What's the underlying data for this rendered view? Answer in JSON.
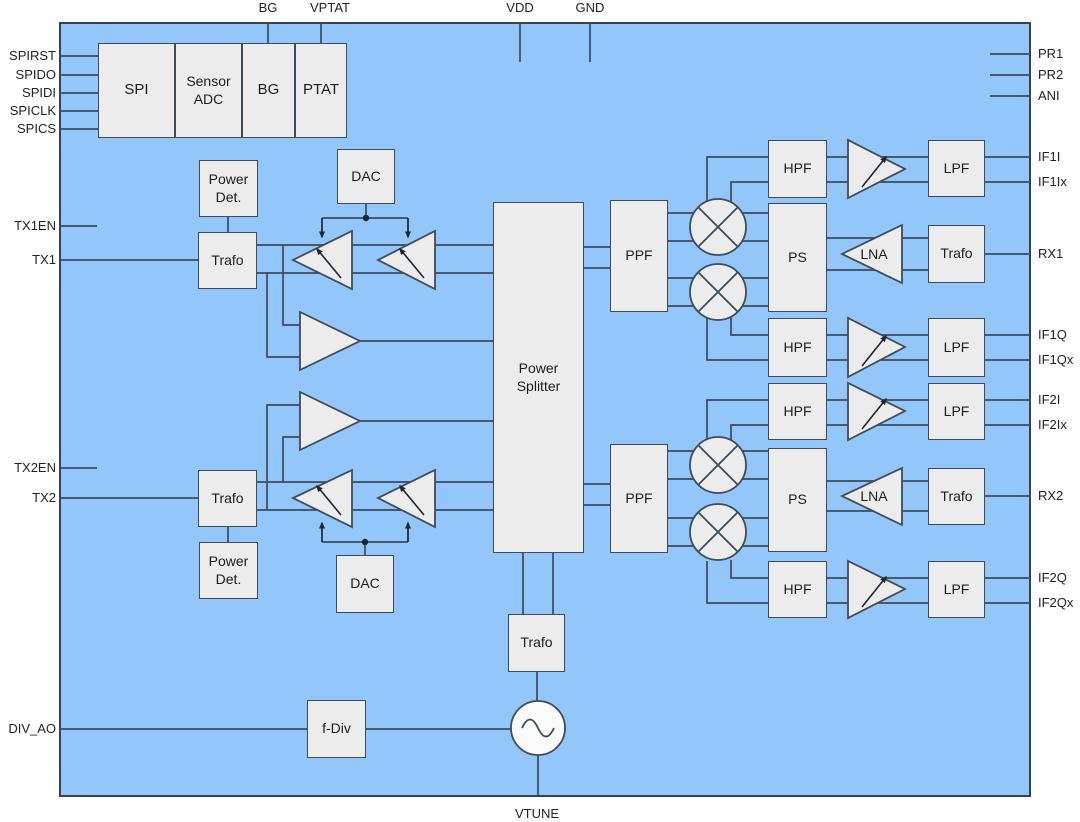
{
  "diagram_type": "RF transceiver IC block diagram",
  "colors": {
    "chip_fill": "#93c7fb",
    "block_fill": "#ececec",
    "block_border": "#404b58",
    "wire": "#3d4a59",
    "background": "#ffffff",
    "text": "#1f1f1f"
  },
  "pins": {
    "top": [
      "BG",
      "VPTAT",
      "VDD",
      "GND"
    ],
    "left": [
      "SPIRST",
      "SPIDO",
      "SPIDI",
      "SPICLK",
      "SPICS",
      "TX1EN",
      "TX1",
      "TX2EN",
      "TX2",
      "DIV_AO"
    ],
    "right": [
      "PR1",
      "PR2",
      "ANI",
      "IF1I",
      "IF1Ix",
      "RX1",
      "IF1Q",
      "IF1Qx",
      "IF2I",
      "IF2Ix",
      "RX2",
      "IF2Q",
      "IF2Qx"
    ],
    "bottom": [
      "VTUNE"
    ]
  },
  "blocks": {
    "spi": "SPI",
    "sensor_adc": "Sensor\nADC",
    "bg": "BG",
    "ptat": "PTAT",
    "dac": "DAC",
    "power_det": "Power\nDet.",
    "trafo": "Trafo",
    "power_splitter": "Power\nSplitter",
    "ppf": "PPF",
    "ps": "PS",
    "hpf": "HPF",
    "lpf": "LPF",
    "lna": "LNA",
    "fdiv": "f-Div"
  }
}
